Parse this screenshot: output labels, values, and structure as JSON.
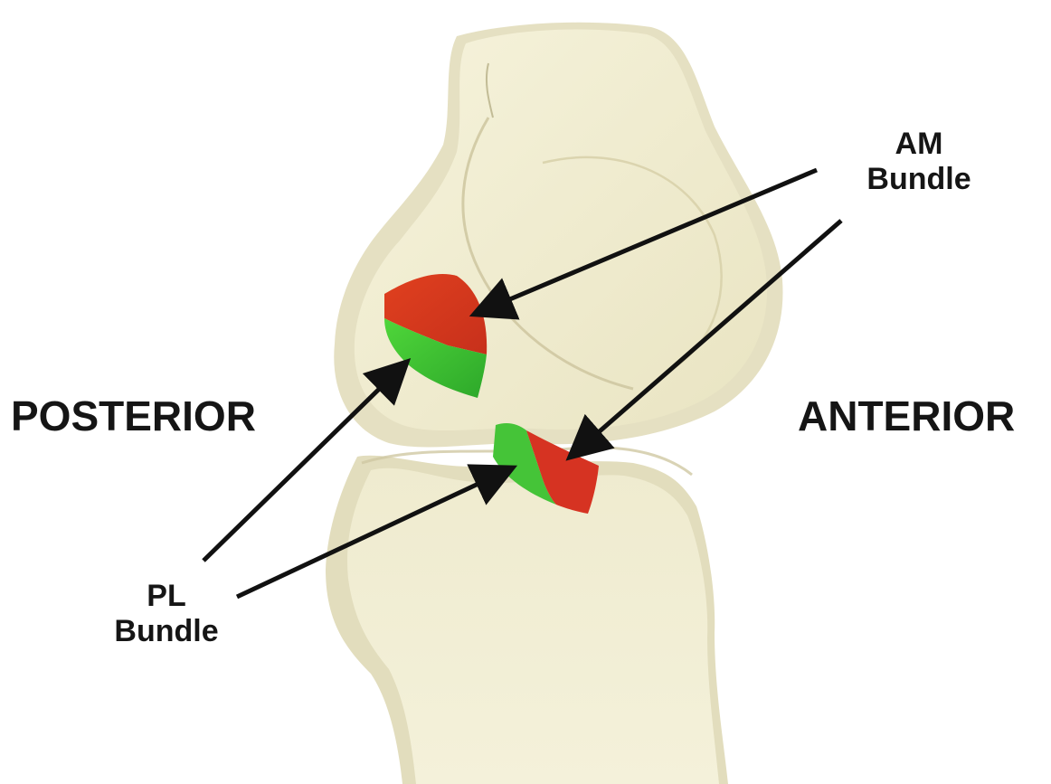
{
  "labels": {
    "posterior": "POSTERIOR",
    "anterior": "ANTERIOR",
    "am_bundle": {
      "line1": "AM",
      "line2": "Bundle"
    },
    "pl_bundle": {
      "line1": "PL",
      "line2": "Bundle"
    }
  },
  "colors": {
    "bone": "#f1eed4",
    "bone_shadow": "#ddd7b1",
    "bone_outline": "#c9c29c",
    "am_bundle": "#d83a22",
    "pl_bundle": "#3fc436",
    "arrow": "#111111"
  }
}
